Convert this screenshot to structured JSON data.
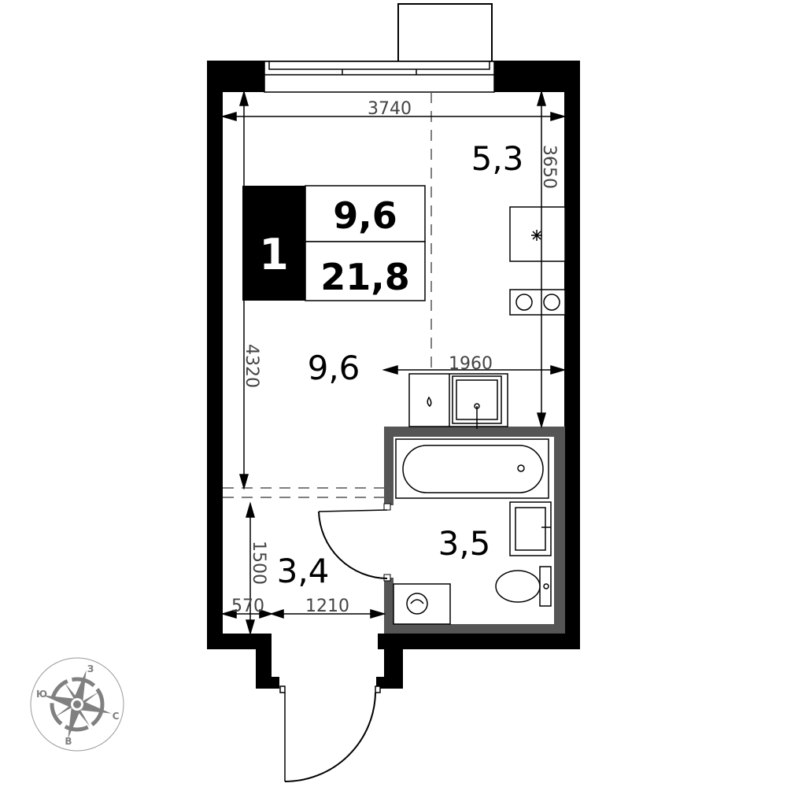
{
  "plan": {
    "rooms_count": "1",
    "living_area": "9,6",
    "total_area": "21,8",
    "rooms": {
      "kitchen_area": "5,3",
      "living_area": "9,6",
      "hall_area": "3,4",
      "bathroom_area": "3,5"
    },
    "dimensions": {
      "width_total": "3740",
      "kitchen_depth": "3650",
      "room_depth": "4320",
      "kitchen_width": "1960",
      "hall_depth": "1500",
      "hall_left": "570",
      "hall_right": "1210"
    }
  },
  "compass": {
    "north": "С",
    "south": "Ю",
    "west": "З",
    "east": "В"
  },
  "colors": {
    "wall": "#000000",
    "bathroom_wall": "#555555",
    "compass": "#808080"
  }
}
